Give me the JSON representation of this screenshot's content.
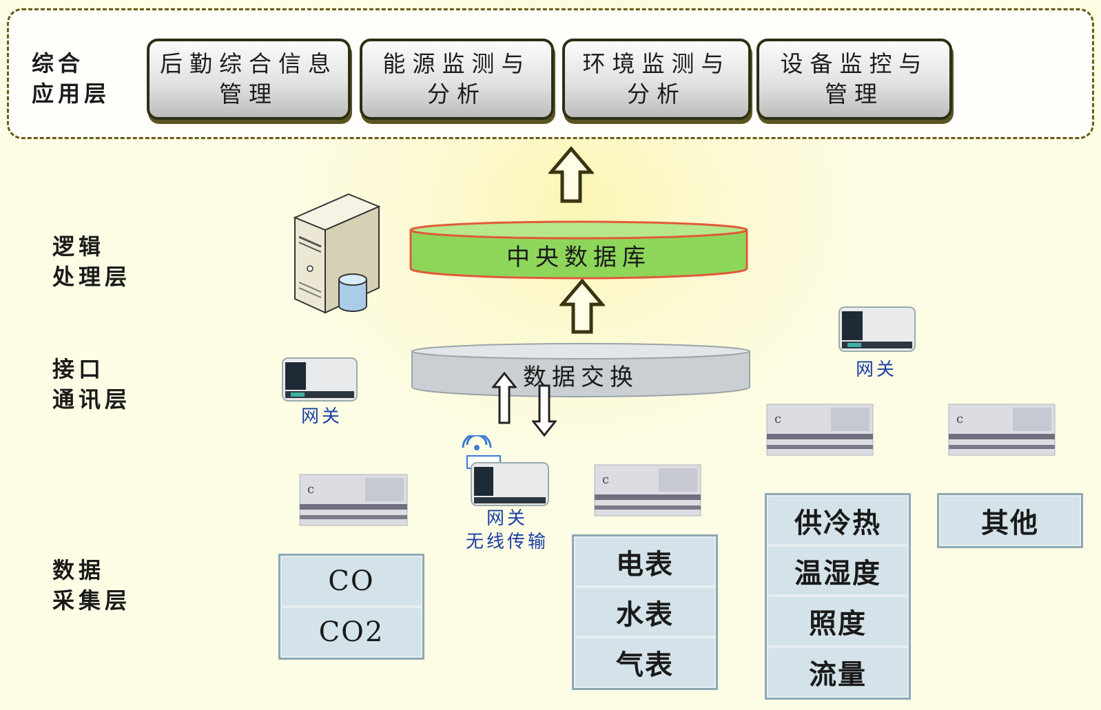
{
  "app_layer": {
    "label": "综合\n应用层",
    "modules": [
      "后勤综合信息管理",
      "能源监测与分析",
      "环境监测与分析",
      "设备监控与管理"
    ]
  },
  "logic_layer": {
    "label": "逻辑\n处理层",
    "database": "中央数据库"
  },
  "interface_layer": {
    "label": "接口\n通讯层",
    "exchange": "数据交换"
  },
  "data_layer": {
    "label": "数据\n采集层"
  },
  "gateways": {
    "left": "网关",
    "right": "网关",
    "wireless": "网关\n无线传输"
  },
  "groups": {
    "air": [
      "CO",
      "CO2"
    ],
    "meters": [
      "电表",
      "水表",
      "气表"
    ],
    "hvac": [
      "供冷热",
      "温湿度",
      "照度",
      "流量"
    ],
    "other": [
      "其他"
    ]
  },
  "colors": {
    "frame_border": "#6b5a10",
    "db_fill": "#8ed65a",
    "db_border": "#e05a3a",
    "gateway_text": "#1a3fa6",
    "cell_fill": "#d4e2e9"
  }
}
